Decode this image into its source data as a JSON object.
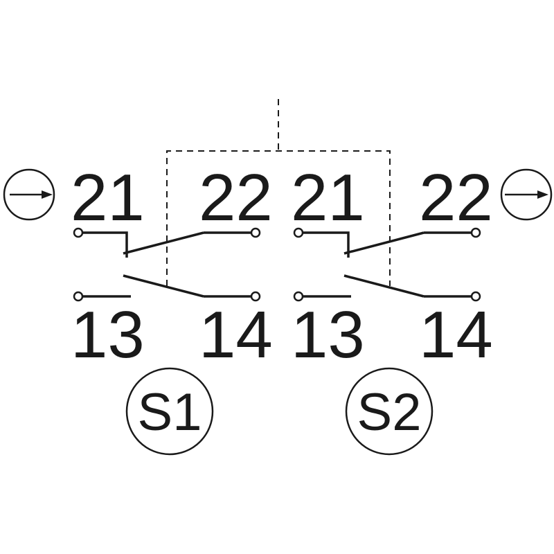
{
  "diagram": {
    "left_direction_icon": "arrow-right-icon",
    "right_direction_icon": "arrow-right-icon",
    "switches": [
      {
        "name": "S1",
        "nc_terminals": [
          "21",
          "22"
        ],
        "no_terminals": [
          "13",
          "14"
        ]
      },
      {
        "name": "S2",
        "nc_terminals": [
          "21",
          "22"
        ],
        "no_terminals": [
          "13",
          "14"
        ]
      }
    ],
    "line_color": "#1a1a1a"
  }
}
